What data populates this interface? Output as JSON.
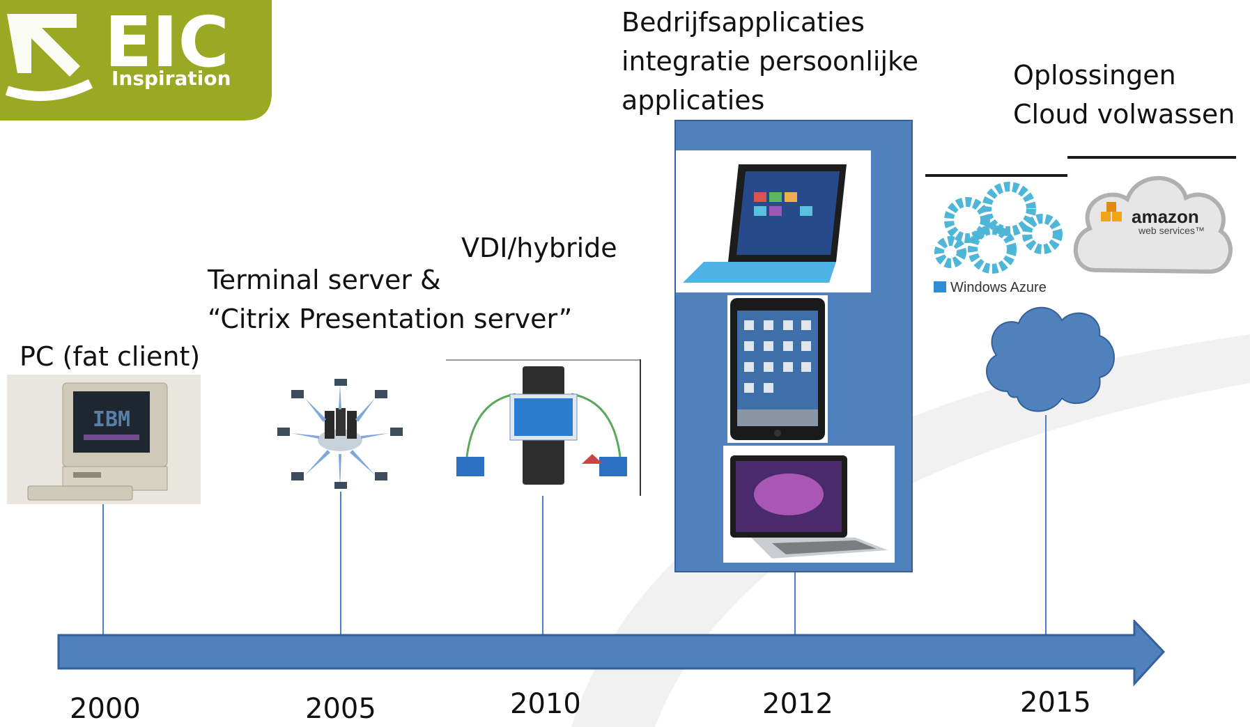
{
  "logo": {
    "brand": "EIC",
    "tagline": "Inspiration"
  },
  "labels": {
    "pc": "PC (fat client)",
    "terminal_line1": "Terminal server &",
    "terminal_line2": "“Citrix Presentation server”",
    "vdi": "VDI/hybride",
    "bedrijf_line1": "Bedrijfsapplicaties",
    "bedrijf_line2": "integratie persoonlijke",
    "bedrijf_line3": "applicaties",
    "cloud_line1": "Oplossingen",
    "cloud_line2": "Cloud volwassen"
  },
  "years": [
    "2000",
    "2005",
    "2010",
    "2012",
    "2015"
  ],
  "images": {
    "pc_screen": "IBM",
    "azure": "Windows Azure",
    "amazon_main": "amazon",
    "amazon_sub": "web services™"
  },
  "colors": {
    "accent": "#4a7fc1",
    "brand": "#9aa823",
    "arrow_border": "#36609a"
  }
}
